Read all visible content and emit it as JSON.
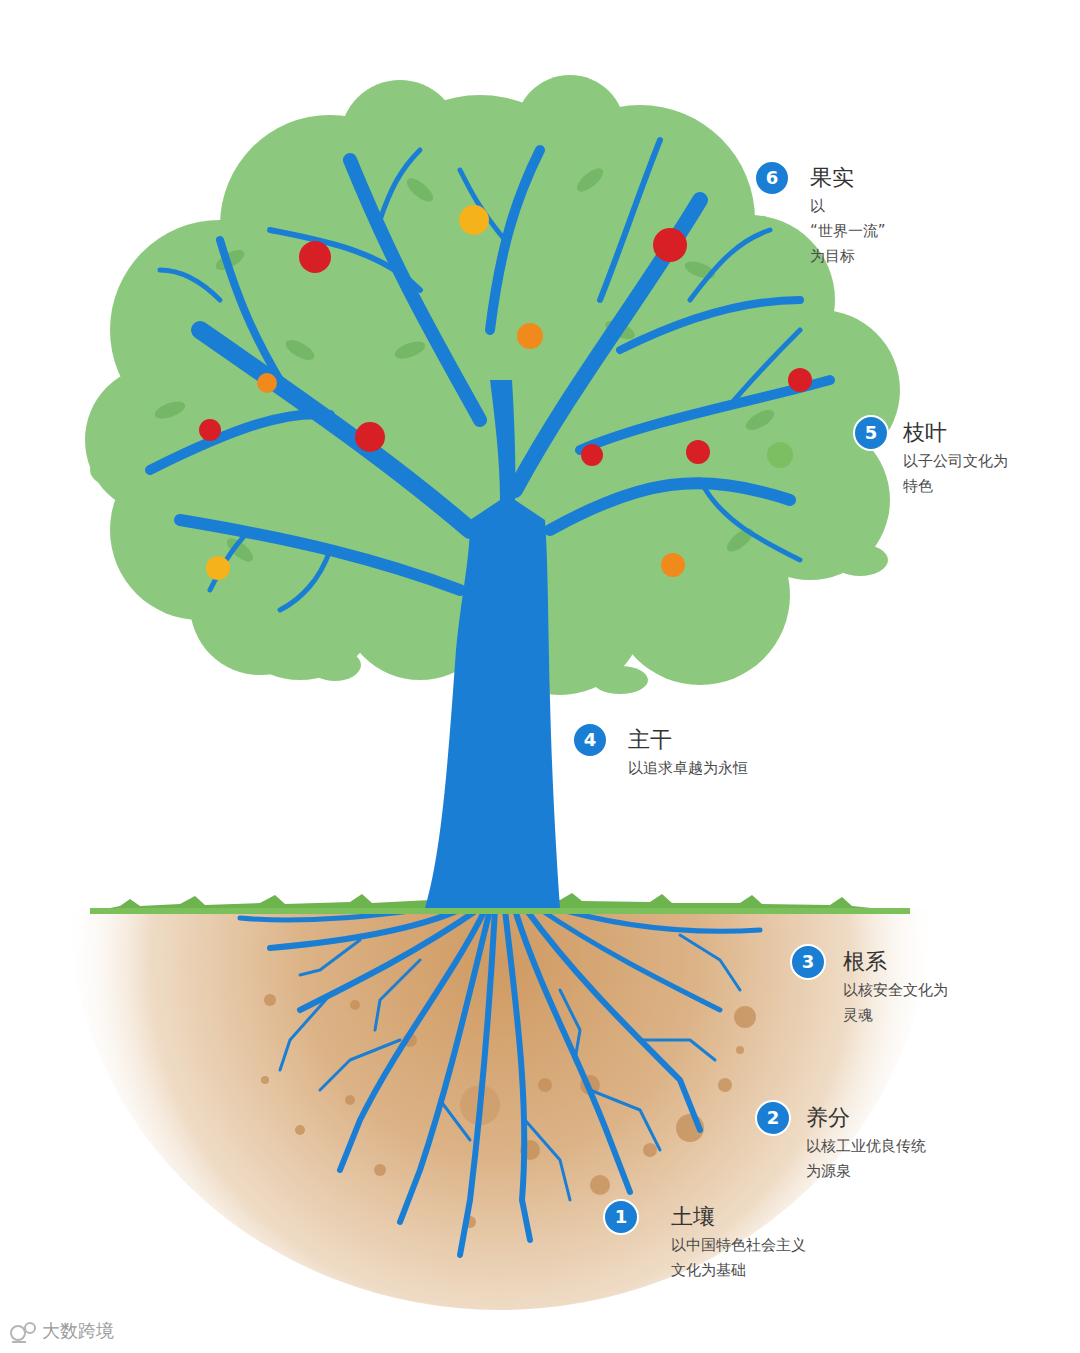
{
  "diagram": {
    "nodes": [
      {
        "text": [
          "6",
          "果实",
          "以“世界一流”为目标"
        ]
      },
      {
        "text": [
          "5",
          "枝叶",
          "以子公司文化为 特色"
        ]
      },
      {
        "text": [
          "4",
          "主干",
          "以追求卓越为永恒"
        ]
      },
      {
        "text": [
          "3",
          "根系",
          "以核安全文化为 灵魂"
        ]
      },
      {
        "text": [
          "2",
          "养分",
          "以核工业优良传统 为源泉"
        ]
      },
      {
        "text": [
          "1",
          "土壤",
          "以中国特色社会主义 文化为基础"
        ]
      }
    ],
    "labels": [
      "大数跨境"
    ]
  }
}
